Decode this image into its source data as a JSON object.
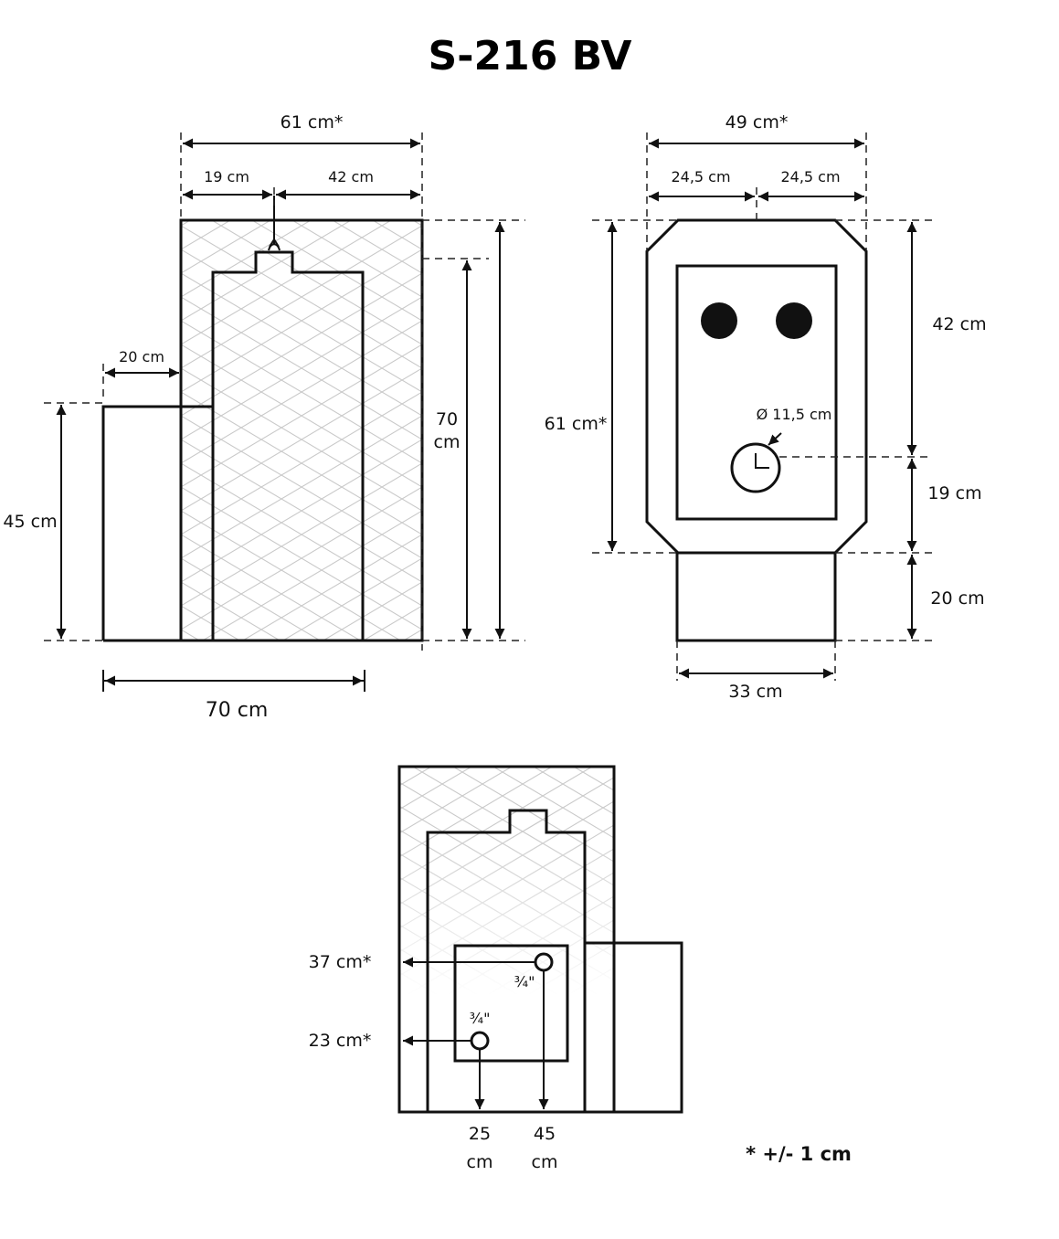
{
  "title": "S-216 BV",
  "side_view": {
    "width_total": "61 cm*",
    "width_left": "19 cm",
    "width_right": "42 cm",
    "step_width": "20 cm",
    "step_height": "45 cm",
    "inner_height_line1": "70",
    "inner_height_line2": "cm",
    "depth_bottom": "70 cm"
  },
  "front_view": {
    "width_total": "49 cm*",
    "half_left": "24,5 cm",
    "half_right": "24,5 cm",
    "height_total": "61 cm*",
    "upper_height": "42 cm",
    "lower_height": "19 cm",
    "base_height": "20 cm",
    "base_width": "33 cm",
    "dial_diameter": "Ø 11,5 cm"
  },
  "rear_view": {
    "upper_connection": "37 cm*",
    "lower_connection": "23 cm*",
    "pipe_upper": "¾\"",
    "pipe_lower": "¾\"",
    "offset_left_num": "25",
    "offset_left_unit": "cm",
    "offset_right_num": "45",
    "offset_right_unit": "cm"
  },
  "tolerance_note": "* +/- 1 cm"
}
